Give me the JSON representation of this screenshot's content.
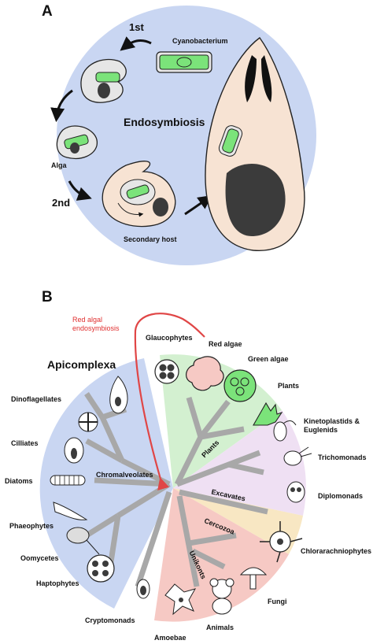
{
  "panel_a": {
    "letter": "A",
    "title": "Endosymbiosis",
    "step_1": "1st",
    "step_2": "2nd",
    "cyanobacterium": "Cyanobacterium",
    "alga": "Alga",
    "secondary_host": "Secondary host"
  },
  "panel_b": {
    "letter": "B",
    "red_algal_line1": "Red algal",
    "red_algal_line2": "endosymbiosis",
    "apicomplexa": "Apicomplexa",
    "groups": {
      "glaucophytes": "Glaucophytes",
      "red_algae": "Red algae",
      "green_algae": "Green algae",
      "plants": "Plants",
      "kinetoplastids_1": "Kinetoplastids &",
      "kinetoplastids_2": "Euglenids",
      "trichomonads": "Trichomonads",
      "diplomonads": "Diplomonads",
      "chlorarachniophytes": "Chlorarachniophytes",
      "fungi": "Fungi",
      "animals": "Animals",
      "amoebae": "Amoebae",
      "cryptomonads": "Cryptomonads",
      "haptophytes": "Haptophytes",
      "oomycetes": "Oomycetes",
      "phaeophytes": "Phaeophytes",
      "diatoms": "Diatoms",
      "cilliates": "Cilliates",
      "dinoflagellates": "Dinoflagellates"
    },
    "supergroups": {
      "chromalveolates": "Chromalveolates",
      "plants": "Plants",
      "excavates": "Excavates",
      "cercozoa": "Cercozoa",
      "unikonts": "Unikonts"
    }
  },
  "colors": {
    "circle_bg": "#c9d6f2",
    "chloroplast": "#7be37a",
    "host_cell": "#f7e3d3",
    "nucleus": "#3b3b3b",
    "arrow_red": "#e04646",
    "chromalveolates_sector": "#c9d6f2",
    "plants_sector": "#d3f0d0",
    "excavates_sector": "#efe0f3",
    "cercozoa_sector": "#f8e7c3",
    "unikonts_sector": "#f6c9c4"
  }
}
